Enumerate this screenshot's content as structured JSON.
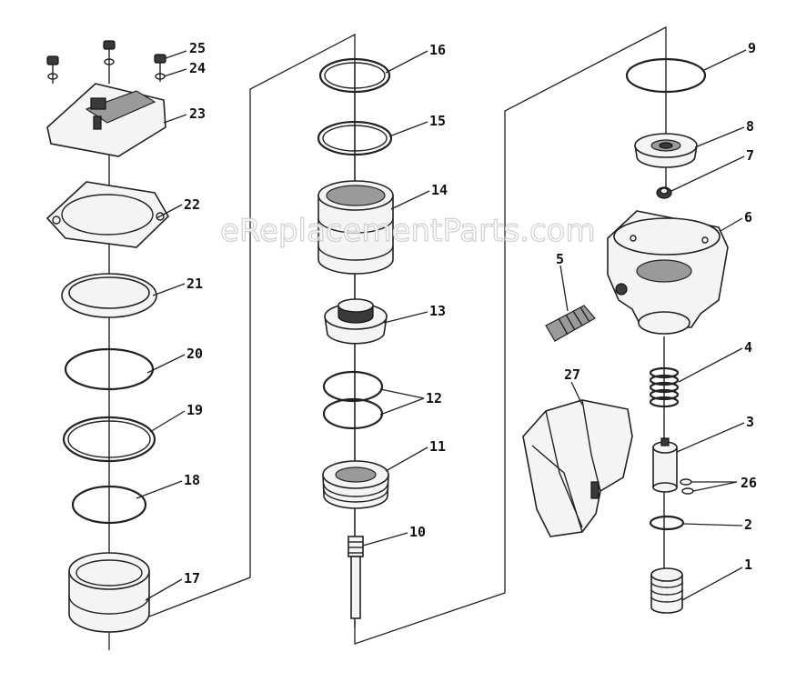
{
  "watermark": "eReplacementParts.com",
  "callouts": {
    "p1": "1",
    "p2": "2",
    "p3": "3",
    "p4": "4",
    "p5": "5",
    "p6": "6",
    "p7": "7",
    "p8": "8",
    "p9": "9",
    "p10": "10",
    "p11": "11",
    "p12": "12",
    "p13": "13",
    "p14": "14",
    "p15": "15",
    "p16": "16",
    "p17": "17",
    "p18": "18",
    "p19": "19",
    "p20": "20",
    "p21": "21",
    "p22": "22",
    "p23": "23",
    "p24": "24",
    "p25": "25",
    "p26": "26",
    "p27": "27"
  }
}
